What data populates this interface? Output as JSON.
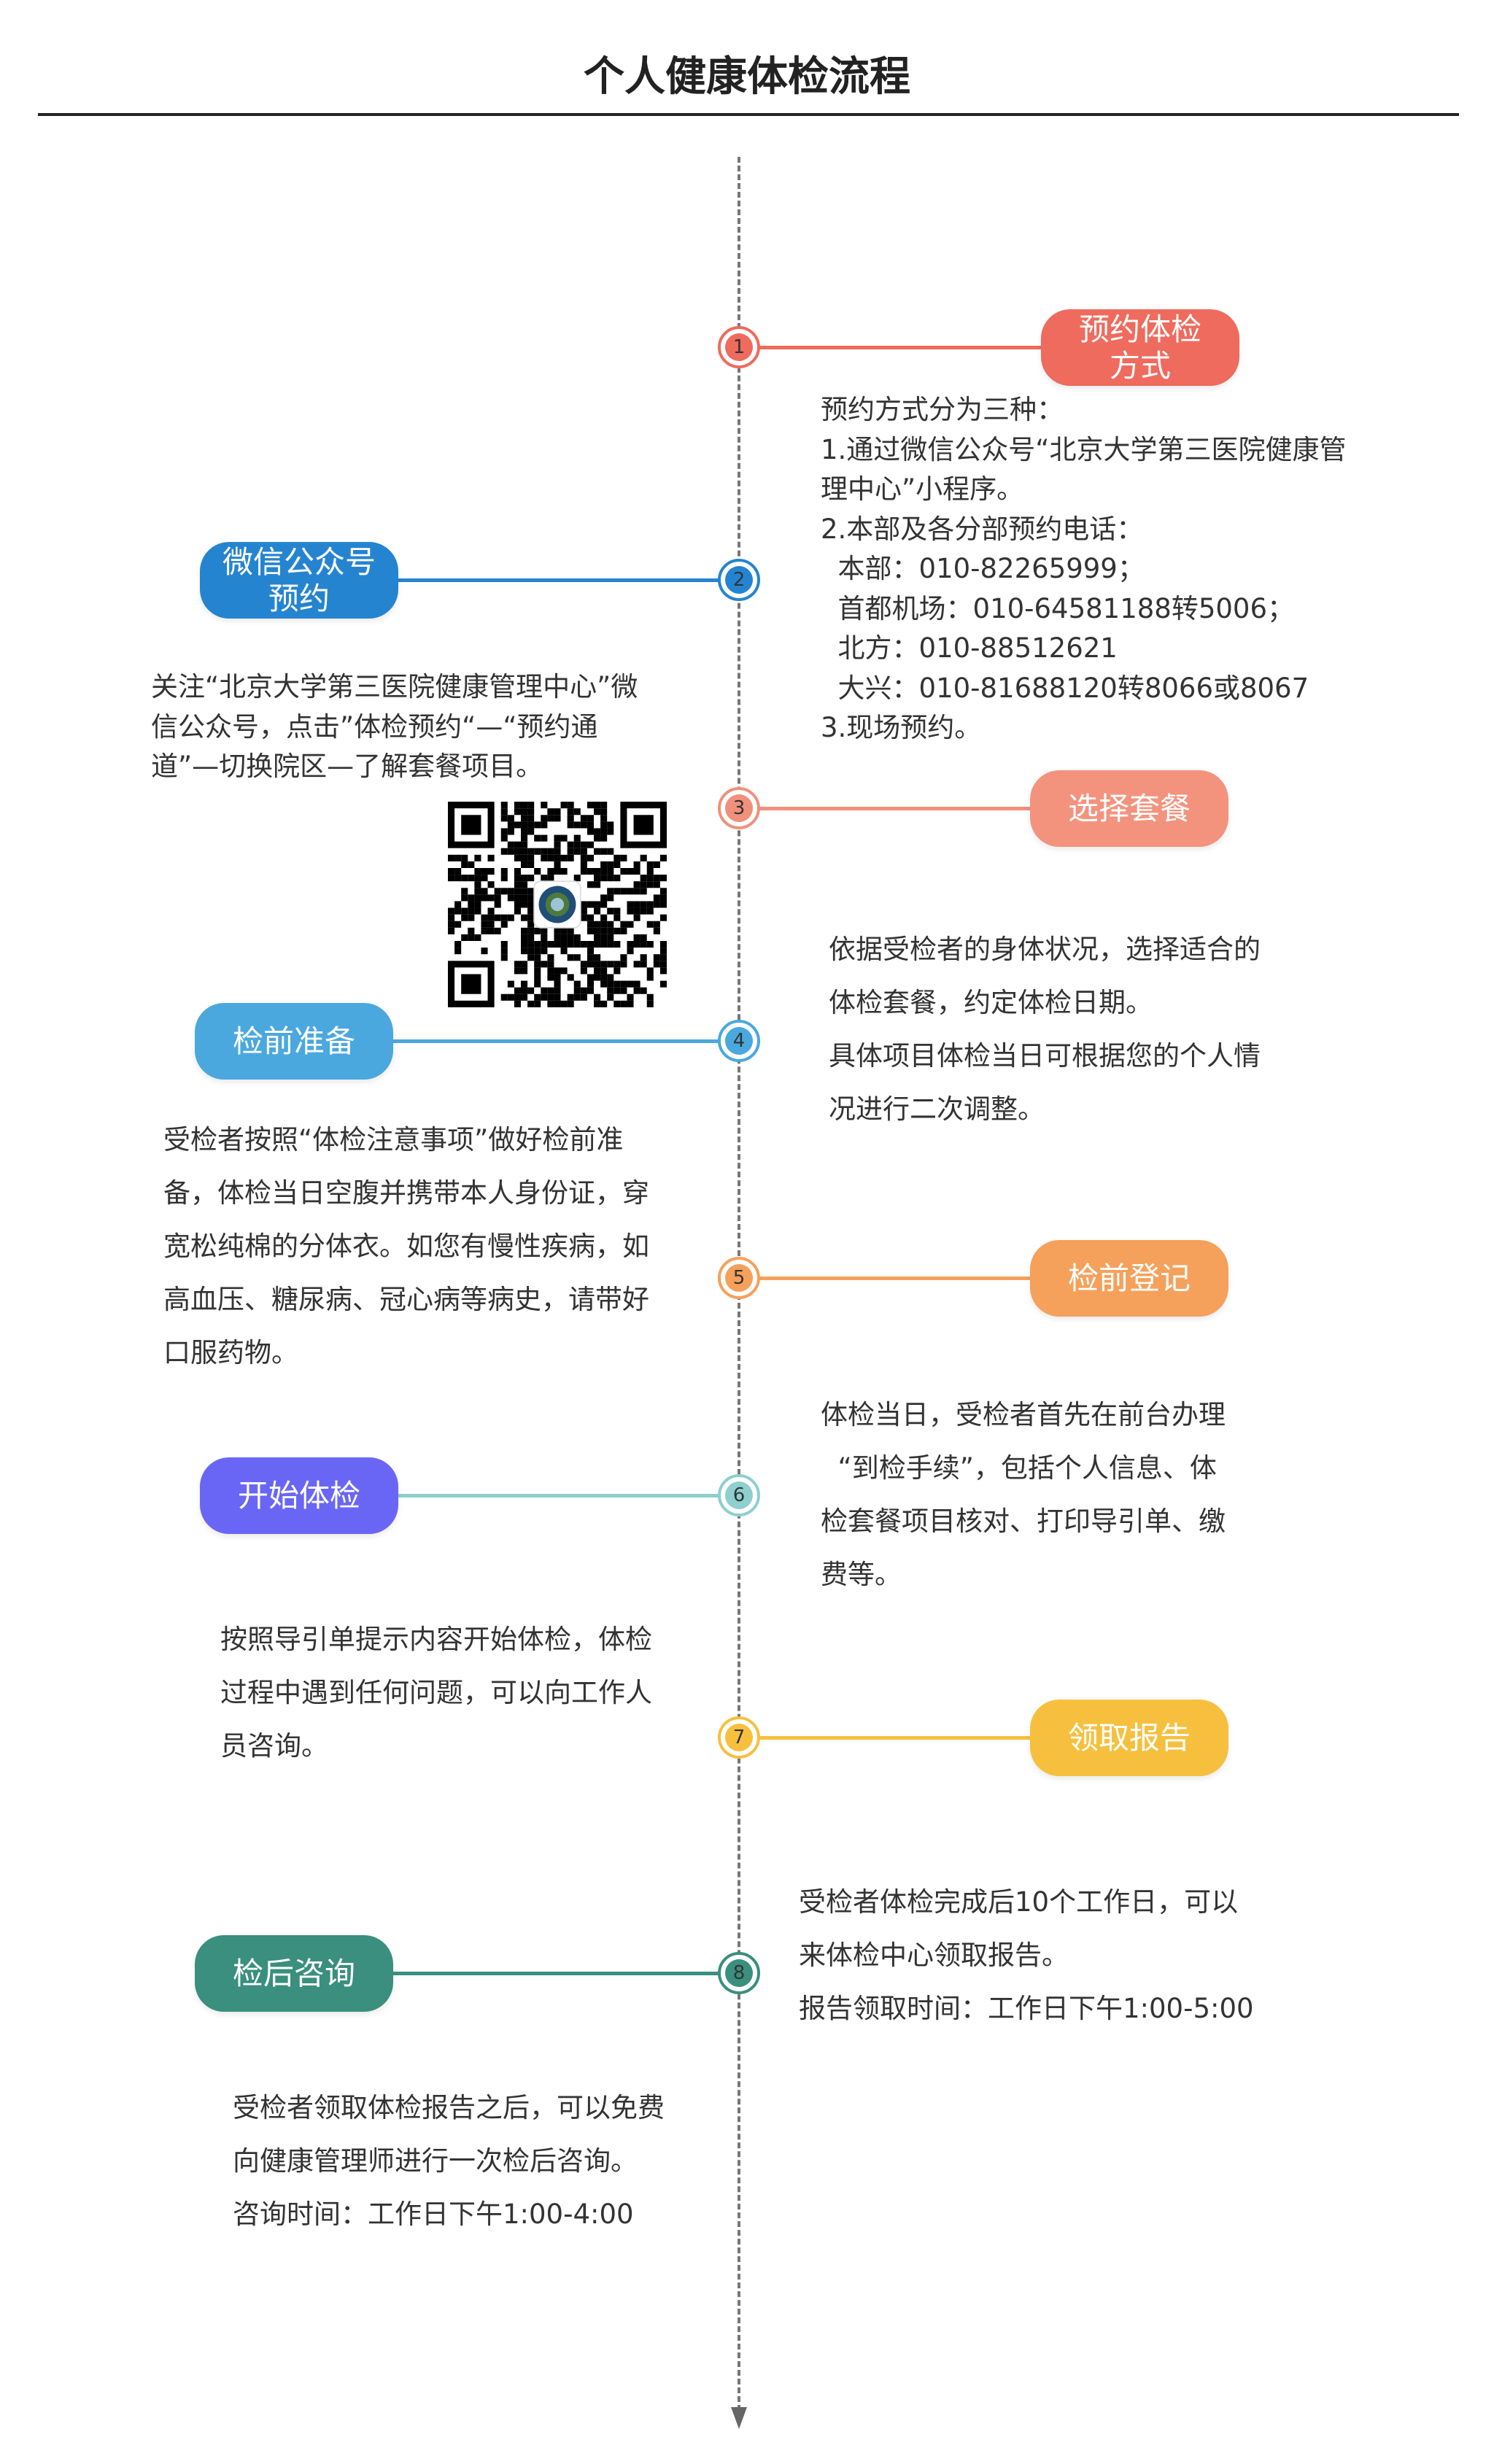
{
  "title": "个人健康体检流程",
  "steps": [
    {
      "number": "1",
      "label_lines": [
        "预约体检",
        "方式"
      ],
      "color": "#EE6B5D",
      "ring_color": "#EE6B5D",
      "text": [
        "预约方式分为三种：",
        "1.通过微信公众号“北京大学第三医院健康管",
        "理中心”小程序。",
        "2.本部及各分部预约电话：",
        "  本部：010-82265999；",
        "  首都机场：010-64581188转5006；",
        "  北方：010-88512621",
        "  大兴：010-81688120转8066或8067",
        "3.现场预约。"
      ]
    },
    {
      "number": "2",
      "label_lines": [
        "微信公众号",
        "预约"
      ],
      "color": "#2584D0",
      "ring_color": "#2584D0",
      "text": [
        "关注“北京大学第三医院健康管理中心”微",
        "信公众号，点击”体检预约“—“预约通",
        "道”—切换院区—了解套餐项目。"
      ]
    },
    {
      "number": "3",
      "label_lines": [
        "选择套餐"
      ],
      "color": "#F3937E",
      "ring_color": "#F0907C",
      "text": [
        "依据受检者的身体状况，选择适合的",
        "体检套餐，约定体检日期。",
        "具体项目体检当日可根据您的个人情",
        "况进行二次调整。"
      ]
    },
    {
      "number": "4",
      "label_lines": [
        "检前准备"
      ],
      "color": "#4AA8DE",
      "ring_color": "#4AA8DE",
      "text": [
        "受检者按照“体检注意事项”做好检前准",
        "备，体检当日空腹并携带本人身份证，穿",
        "宽松纯棉的分体衣。如您有慢性疾病，如",
        "高血压、糖尿病、冠心病等病史，请带好",
        "口服药物。"
      ]
    },
    {
      "number": "5",
      "label_lines": [
        "检前登记"
      ],
      "color": "#F5A15B",
      "ring_color": "#F5A15B",
      "text": [
        "体检当日，受检者首先在前台办理",
        "  “到检手续”，包括个人信息、体",
        "检套餐项目核对、打印导引单、缴",
        "费等。"
      ]
    },
    {
      "number": "6",
      "label_lines": [
        "开始体检"
      ],
      "color": "#6A66F5",
      "ring_color": "#8ECFD0",
      "text": [
        "按照导引单提示内容开始体检，体检",
        "过程中遇到任何问题，可以向工作人",
        "员咨询。"
      ]
    },
    {
      "number": "7",
      "label_lines": [
        "领取报告"
      ],
      "color": "#F6C03E",
      "ring_color": "#F6C03E",
      "text": [
        "受检者体检完成后10个工作日，可以",
        "来体检中心领取报告。",
        "报告领取时间：工作日下午1:00-5:00"
      ]
    },
    {
      "number": "8",
      "label_lines": [
        "检后咨询"
      ],
      "color": "#3A8F7E",
      "ring_color": "#3A8F7E",
      "text": [
        "受检者领取体检报告之后，可以免费",
        "向健康管理师进行一次检后咨询。",
        "咨询时间：工作日下午1:00-4:00"
      ]
    }
  ]
}
